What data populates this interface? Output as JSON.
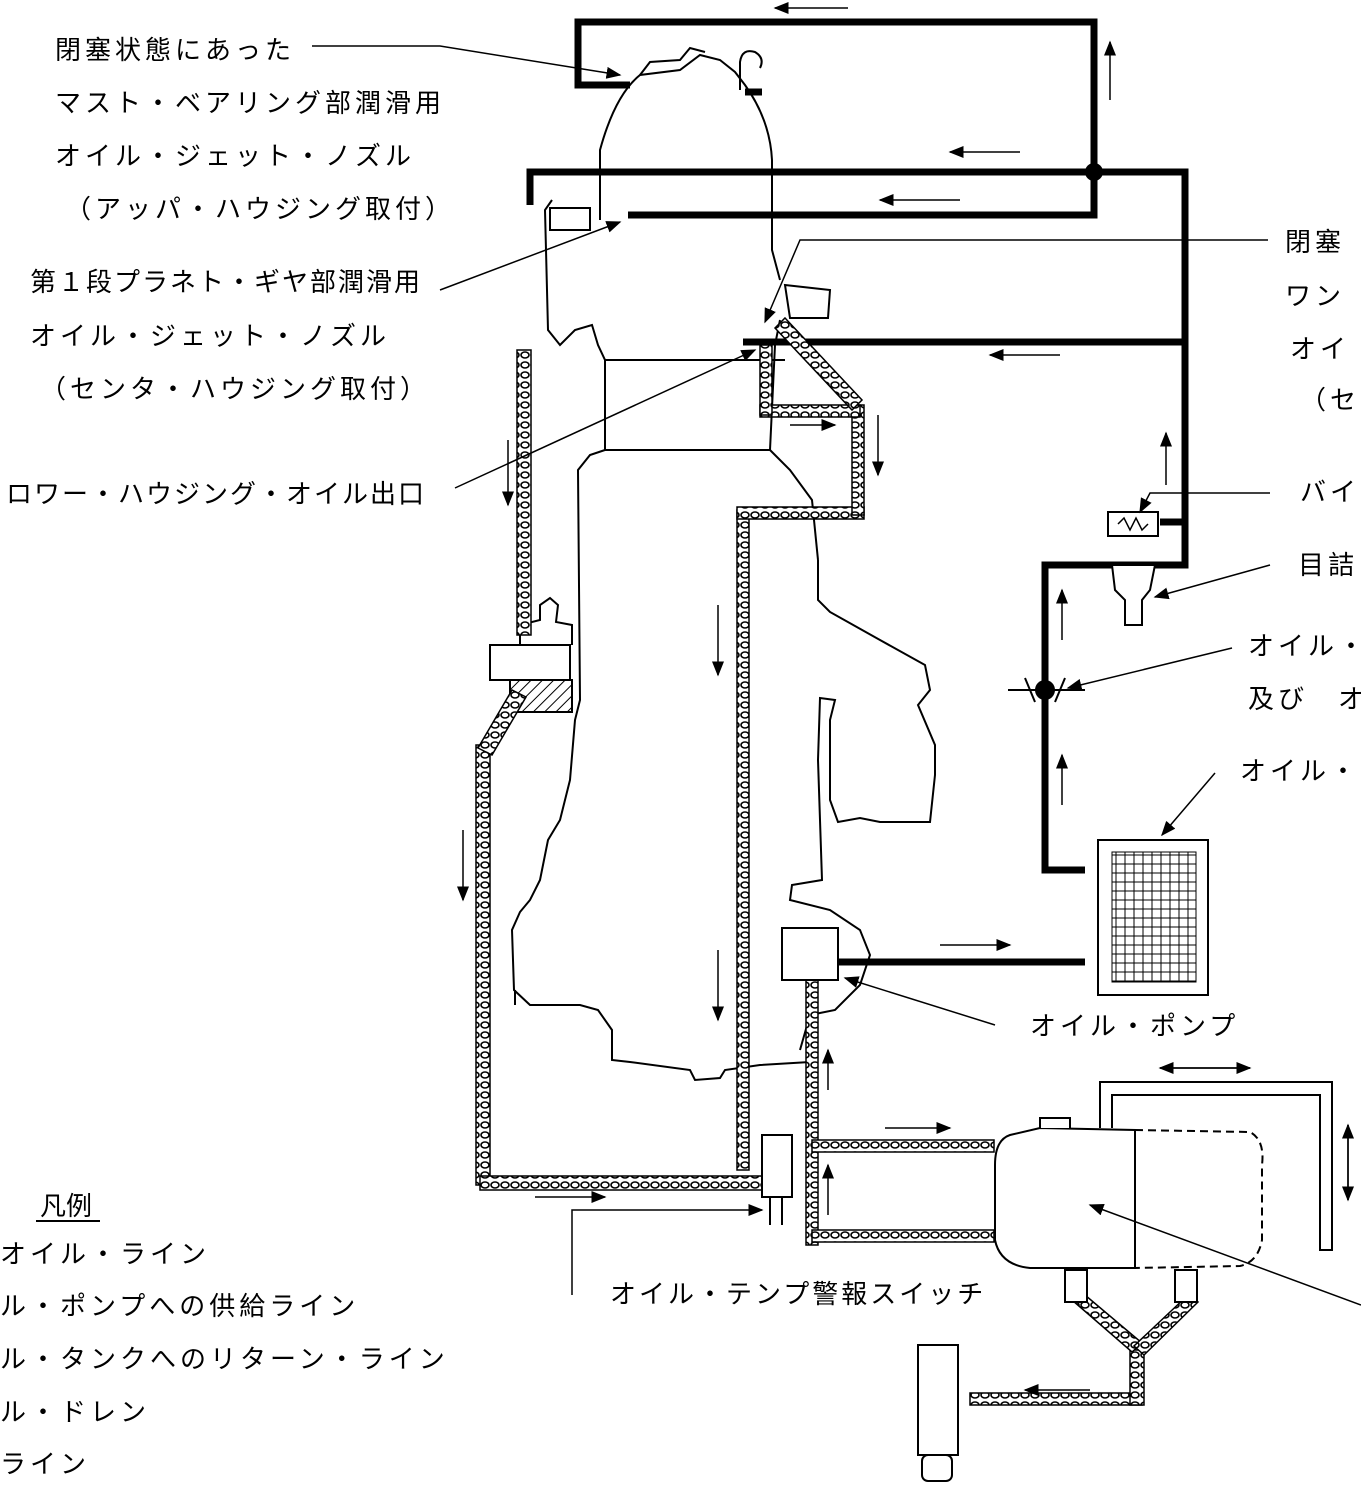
{
  "labels": {
    "mast_nozzle": [
      "閉塞状態にあった",
      "マスト・ベアリング部潤滑用",
      "オイル・ジェット・ノズル",
      "（アッパ・ハウジング取付）"
    ],
    "planet_nozzle": [
      "第１段プラネト・ギヤ部潤滑用",
      "オイル・ジェット・ノズル",
      "（センタ・ハウジング取付）"
    ],
    "lower_outlet": "ロワー・ハウジング・オイル出口",
    "right_closed": [
      "閉塞",
      "ワン",
      "オイ",
      "（セ"
    ],
    "bypass": "バイ",
    "clogged": "目詰ま",
    "oil_junction": [
      "オイル・",
      "及び　オ"
    ],
    "oil_cooler": "オイル・",
    "oil_pump": "オイル・ポンプ",
    "temp_switch": "オイル・テンプ警報スイッチ"
  },
  "legend": {
    "title": "凡例",
    "items": [
      "オイル・ライン",
      "ル・ポンプへの供給ライン",
      "ル・タンクへのリターン・ライン",
      "ル・ドレン",
      "ライン"
    ]
  }
}
